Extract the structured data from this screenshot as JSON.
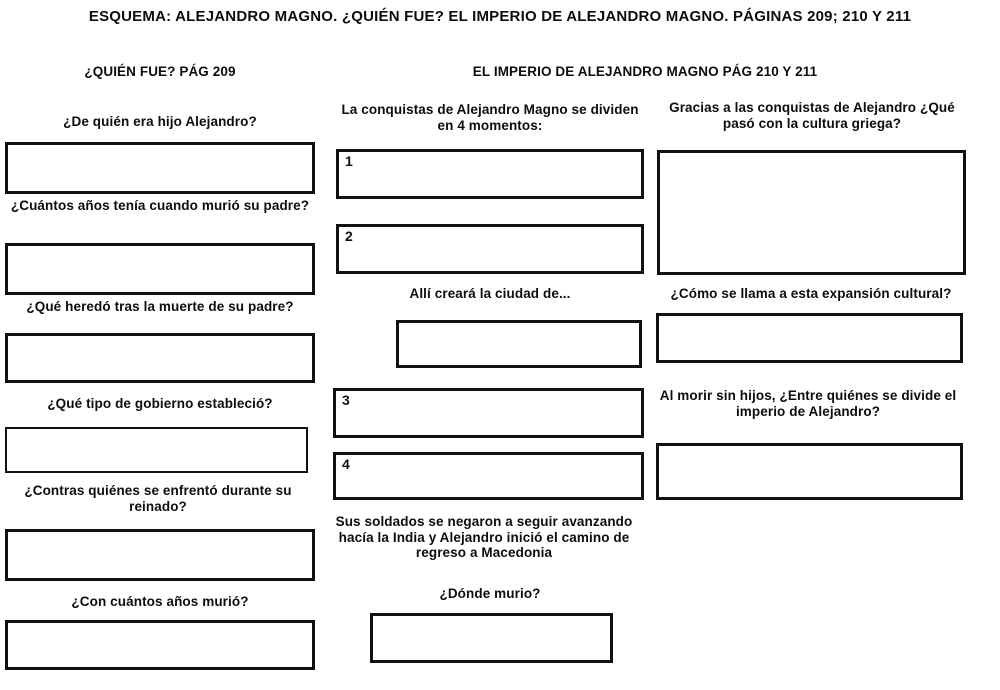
{
  "document": {
    "title": "ESQUEMA: ALEJANDRO MAGNO. ¿QUIÉN FUE? EL IMPERIO DE ALEJANDRO MAGNO. PÁGINAS 209; 210 Y 211",
    "background_color": "#ffffff",
    "text_color": "#0d0d0d",
    "box_border_color": "#111111"
  },
  "sections": {
    "left": {
      "header": "¿QUIÉN FUE? PÁG 209",
      "questions": [
        {
          "prompt": "¿De quién era hijo Alejandro?",
          "answer": ""
        },
        {
          "prompt": "¿Cuántos años tenía cuando murió su padre?",
          "answer": ""
        },
        {
          "prompt": "¿Qué heredó tras la muerte de su padre?",
          "answer": ""
        },
        {
          "prompt": "¿Qué tipo de gobierno estableció?",
          "answer": ""
        },
        {
          "prompt": "¿Contras quiénes se enfrentó durante su reinado?",
          "answer": ""
        },
        {
          "prompt": "¿Con cuántos años murió?",
          "answer": ""
        }
      ]
    },
    "right_header": "EL IMPERIO DE ALEJANDRO MAGNO PÁG 210 Y 211",
    "middle": {
      "intro": "La conquistas de Alejandro Magno se dividen en 4 momentos:",
      "moments": [
        {
          "number": "1",
          "answer": ""
        },
        {
          "number": "2",
          "answer": ""
        },
        {
          "number": "3",
          "answer": ""
        },
        {
          "number": "4",
          "answer": ""
        }
      ],
      "city_prompt": "Allí creará la ciudad de...",
      "city_answer": "",
      "note": "Sus soldados se negaron a seguir avanzando hacía la India y Alejandro inició el camino de regreso a Macedonia",
      "death_place_prompt": "¿Dónde murio?",
      "death_place_answer": ""
    },
    "right": {
      "questions": [
        {
          "prompt": "Gracias a las conquistas de Alejandro ¿Qué pasó con la cultura griega?",
          "answer": ""
        },
        {
          "prompt": "¿Cómo se llama  a esta expansión cultural?",
          "answer": ""
        },
        {
          "prompt": "Al morir sin hijos, ¿Entre quiénes se divide el imperio de Alejandro?",
          "answer": ""
        }
      ]
    }
  }
}
